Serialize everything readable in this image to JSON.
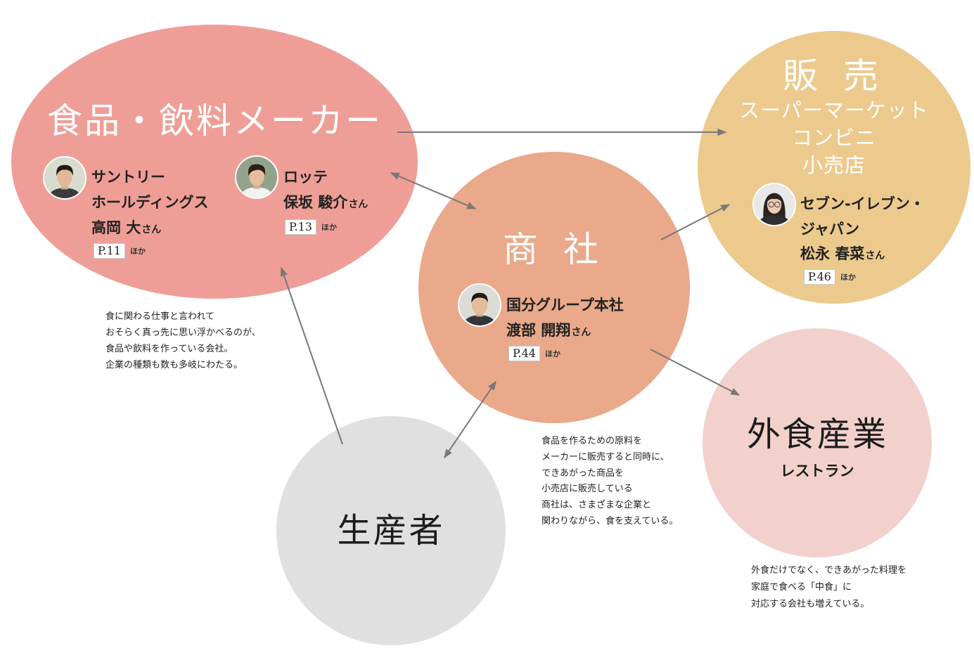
{
  "colors": {
    "maker": "#EE9E97",
    "retail": "#ECC98D",
    "trading": "#E9A98A",
    "foodservice": "#F2D1CC",
    "producer": "#E0E0E0",
    "arrow": "#787878"
  },
  "maker": {
    "title": "食品・飲料メーカー",
    "people": [
      {
        "company": [
          "サントリー",
          "ホールディングス"
        ],
        "name": "高岡 大",
        "honorific": "さん",
        "page": "P.11",
        "suffix": "ほか"
      },
      {
        "company": [
          "ロッテ"
        ],
        "name": "保坂 駿介",
        "honorific": "さん",
        "page": "P.13",
        "suffix": "ほか"
      }
    ],
    "description": [
      "食に関わる仕事と言われて",
      "おそらく真っ先に思い浮かべるのが、",
      "食品や飲料を作っている会社。",
      "企業の種類も数も多岐にわたる。"
    ]
  },
  "retail": {
    "title": "販 売",
    "subtitles": [
      "スーパーマーケット",
      "コンビニ",
      "小売店"
    ],
    "person": {
      "company": [
        "セブン-イレブン・",
        "ジャパン"
      ],
      "name": "松永 春菜",
      "honorific": "さん",
      "page": "P.46",
      "suffix": "ほか"
    }
  },
  "trading": {
    "title": "商 社",
    "person": {
      "company": [
        "国分グループ本社"
      ],
      "name": "渡部 開翔",
      "honorific": "さん",
      "page": "P.44",
      "suffix": "ほか"
    },
    "description": [
      "食品を作るための原料を",
      "メーカーに販売すると同時に、",
      "できあがった商品を",
      "小売店に販売している",
      "商社は、さまざまな企業と",
      "関わりながら、食を支えている。"
    ]
  },
  "foodservice": {
    "title": "外食産業",
    "subtitle": "レストラン",
    "description": [
      "外食だけでなく、できあがった料理を",
      "家庭で食べる「中食」に",
      "対応する会社も増えている。"
    ]
  },
  "producer": {
    "title": "生産者"
  }
}
